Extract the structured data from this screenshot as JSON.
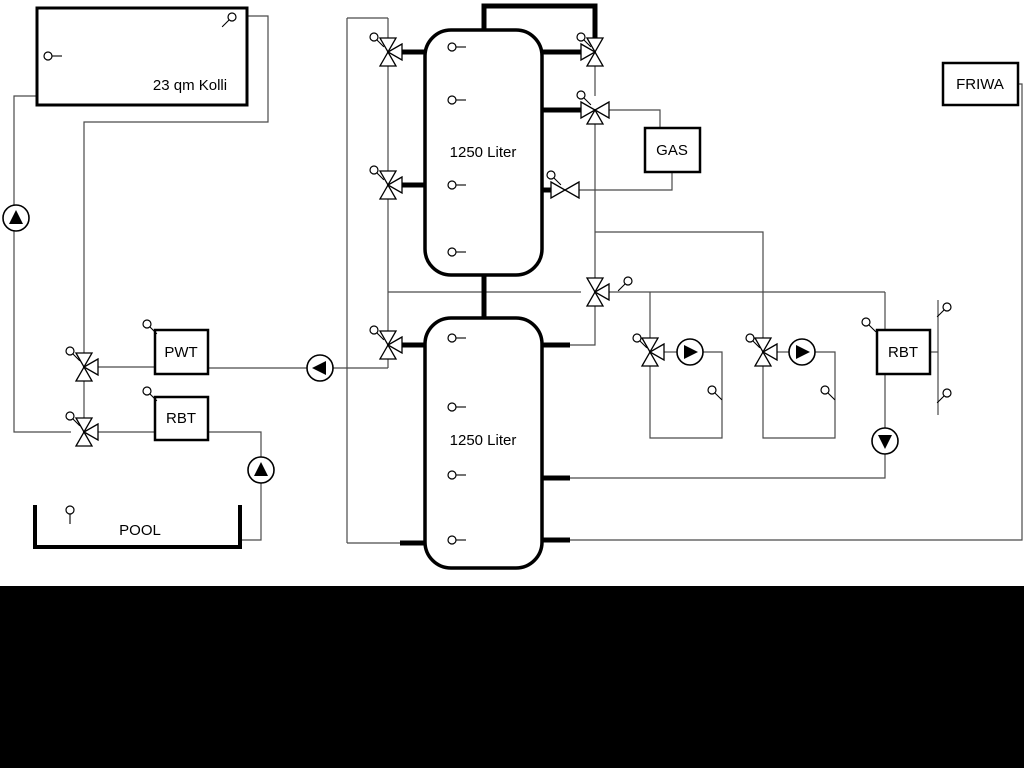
{
  "labels": {
    "collector": "23 qm Kolli",
    "tank_top": "1250 Liter",
    "tank_bottom": "1250 Liter",
    "gas": "GAS",
    "friwa": "FRIWA",
    "pwt": "PWT",
    "rbt_left": "RBT",
    "rbt_right": "RBT",
    "pool": "POOL"
  },
  "colors": {
    "background": "#ffffff",
    "pipe_line": "#4a4a4a",
    "thick_pipe": "#000000",
    "bottom_bar": "#000000",
    "pump_fill": "#000000"
  }
}
